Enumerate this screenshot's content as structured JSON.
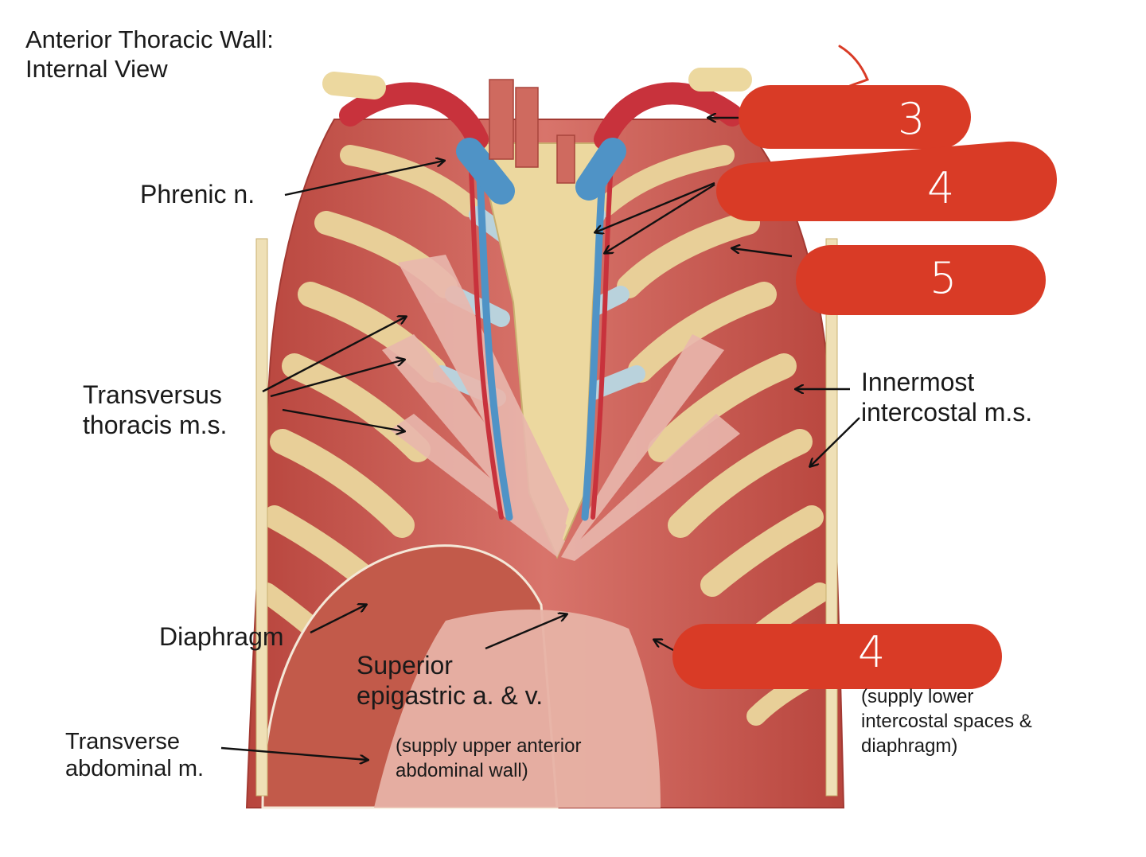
{
  "title": "Anterior Thoracic Wall:\nInternal View",
  "labels": {
    "phrenic": "Phrenic n.",
    "transversus": "Transversus\nthoracis m.s.",
    "innermost": "Innermost\nintercostal m.s.",
    "diaphragm": "Diaphragm",
    "superior": "Superior\nepigastric a. & v.",
    "superior_note": "(supply upper anterior\nabdominal wall)",
    "transverse_abd": "Transverse\nabdominal m.",
    "lower_note": "(supply lower\nintercostal spaces &\ndiaphragm)"
  },
  "redactions": {
    "r1": "3",
    "r2": "4",
    "r3": "5",
    "r4": "4"
  },
  "colors": {
    "redaction": "#d93b26",
    "muscle": "#c9564f",
    "rib": "#e8cf98",
    "artery": "#c8323c",
    "vein": "#4f93c6",
    "cartilage": "#b9d2dc"
  }
}
